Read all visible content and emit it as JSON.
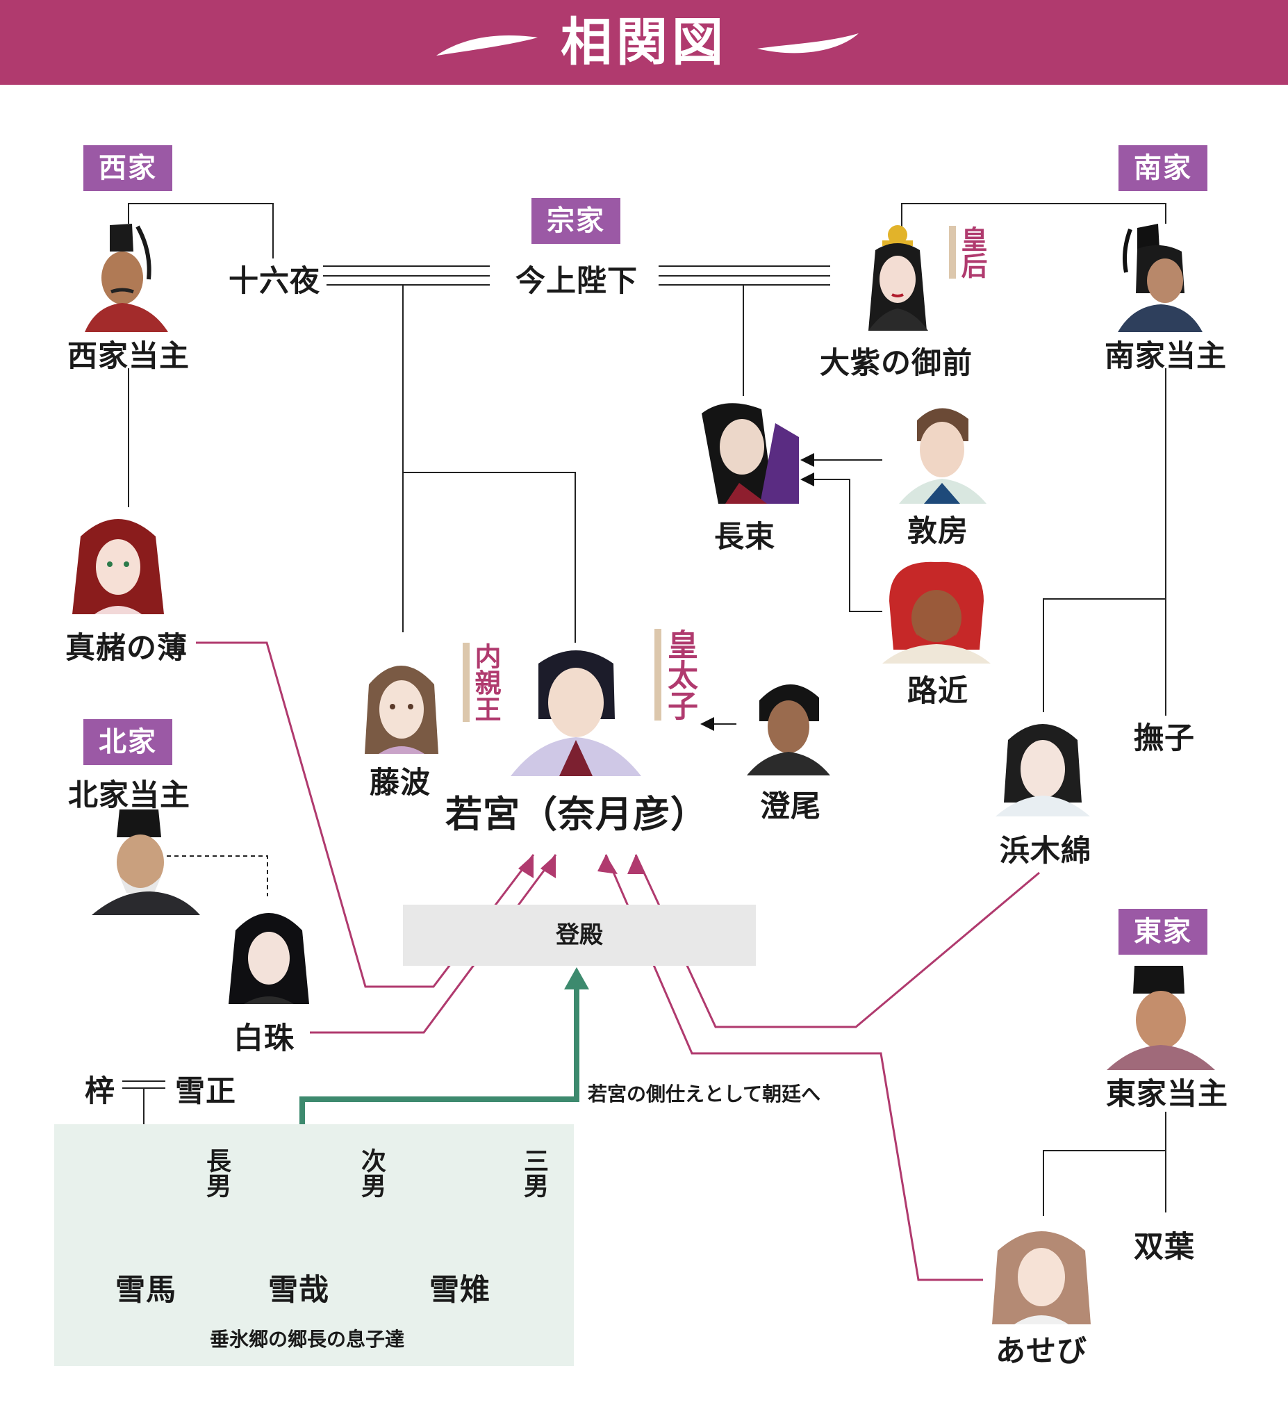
{
  "header": {
    "title": "相関図"
  },
  "houses": {
    "west": "西家",
    "sou": "宗家",
    "south": "南家",
    "north": "北家",
    "east": "東家"
  },
  "vertical_labels": {
    "kogou": "皇后",
    "naishinnou": "内親王",
    "koutaishi": "皇太子",
    "choonan": "長男",
    "jinan": "次男",
    "sannan": "三男"
  },
  "characters": {
    "saike_toushu": "西家当主",
    "izayoi": "十六夜",
    "kinjou_heika": "今上陛下",
    "oomurasaki": "大紫の御前",
    "nanke_toushu": "南家当主",
    "nagatsuka": "長束",
    "atsufusa": "敦房",
    "rokon": "路近",
    "masuho": "真赭の薄",
    "fujinami": "藤波",
    "wakamiya": "若宮（奈月彦）",
    "sumio": "澄尾",
    "nadeshiko": "撫子",
    "hamayu": "浜木綿",
    "hokke_toushu": "北家当主",
    "shiragi": "白珠",
    "azusa": "梓",
    "yukimasa": "雪正",
    "touke_toushu": "東家当主",
    "yukima": "雪馬",
    "yukiya": "雪哉",
    "yukisuke": "雪雉",
    "futaba": "双葉",
    "asebi": "あせび"
  },
  "deden": "登殿",
  "notes": {
    "sokuzuka": "若宮の側仕えとして朝廷へ",
    "sons_group": "垂氷郷の郷長の息子達"
  },
  "colors": {
    "header": "#b03a6e",
    "house_tag": "#9b59a5",
    "accent_line": "#b03a6e",
    "green_arrow": "#3d8a6e",
    "sons_box": "#e8f1ec",
    "deden_box": "#e8e8e8"
  }
}
